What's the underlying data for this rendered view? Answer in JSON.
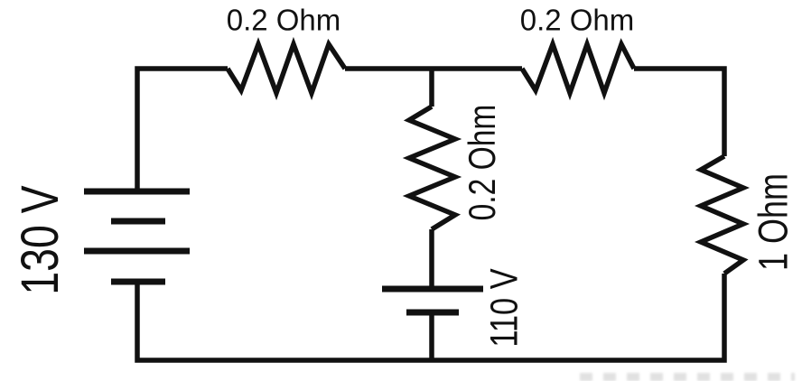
{
  "colors": {
    "background": "#ffffff",
    "line": "#111111",
    "text": "#111111"
  },
  "labels": {
    "resistor_top_left": "0.2 Ohm",
    "resistor_top_right": "0.2 Ohm",
    "resistor_middle": "0.2 Ohm",
    "resistor_right": "1 Ohm",
    "battery_left": "130 V",
    "battery_middle": "110 V"
  }
}
